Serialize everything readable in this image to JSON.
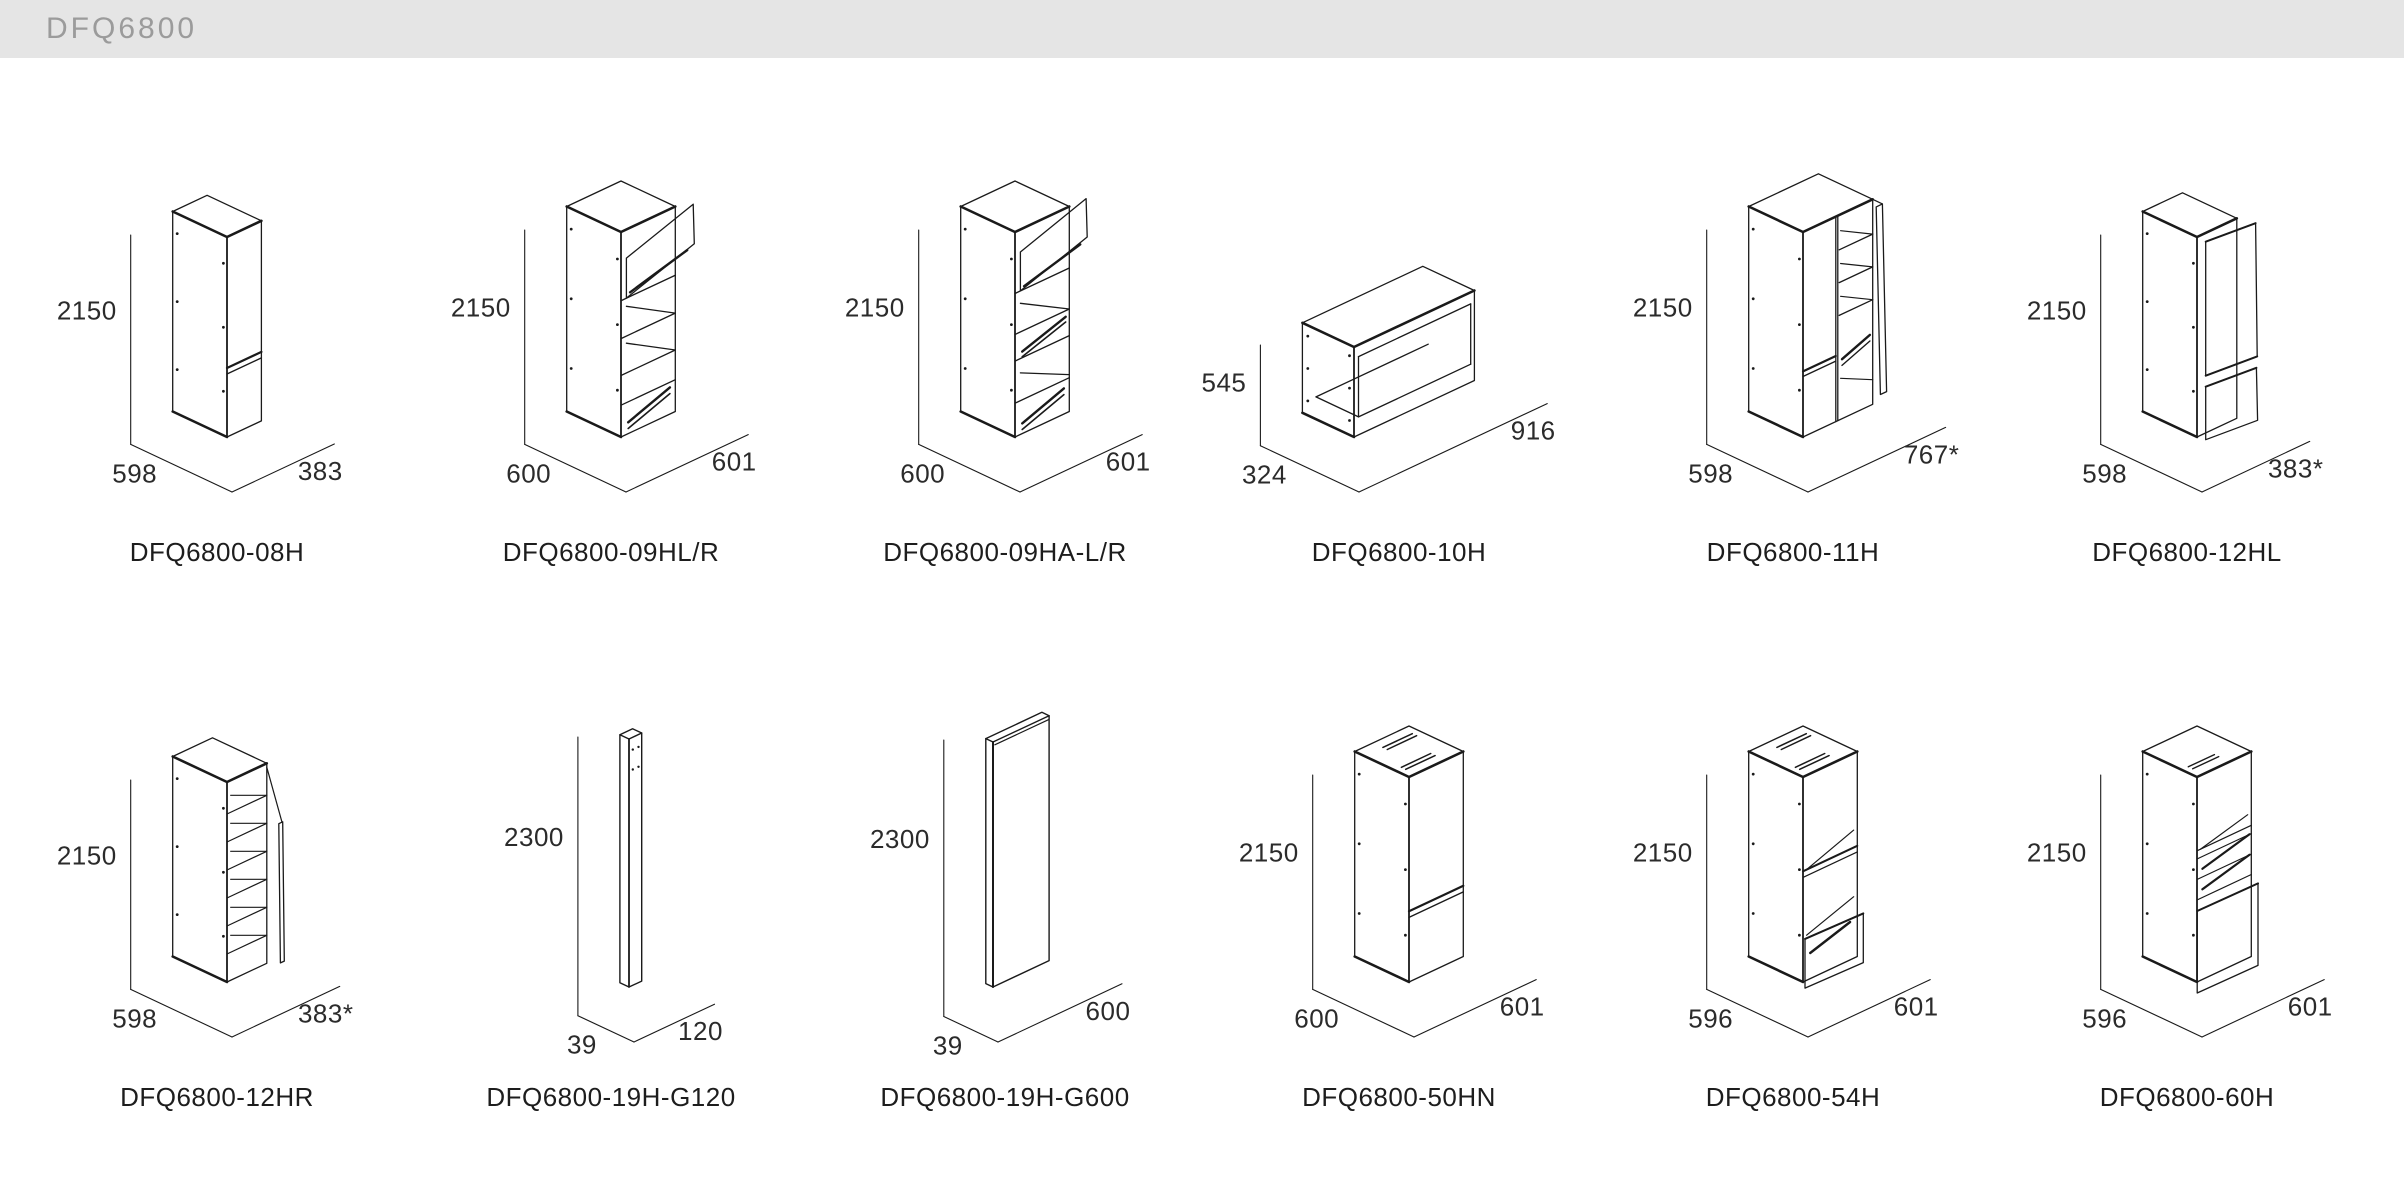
{
  "header": {
    "title": "DFQ6800"
  },
  "colors": {
    "header_bg": "#e5e5e5",
    "header_text": "#9b9b9b",
    "line": "#1a1a1a",
    "dimension_text": "#2b2b2b"
  },
  "products": [
    {
      "model": "DFQ6800-08H",
      "height": "2150",
      "base_left": "598",
      "base_right": "383",
      "kind": "tall-two-door-unit"
    },
    {
      "model": "DFQ6800-09HL/R",
      "height": "2150",
      "base_left": "600",
      "base_right": "601",
      "kind": "tall-oven-housing-open-flap"
    },
    {
      "model": "DFQ6800-09HA-L/R",
      "height": "2150",
      "base_left": "600",
      "base_right": "601",
      "kind": "tall-oven-housing-with-drawers"
    },
    {
      "model": "DFQ6800-10H",
      "height": "545",
      "base_left": "324",
      "base_right": "916",
      "kind": "open-wall-box-unit"
    },
    {
      "model": "DFQ6800-11H",
      "height": "2150",
      "base_left": "598",
      "base_right": "767*",
      "kind": "tall-larder-open-door-shelves"
    },
    {
      "model": "DFQ6800-12HL",
      "height": "2150",
      "base_left": "598",
      "base_right": "383*",
      "kind": "tall-unit-doors-ajar-left"
    },
    {
      "model": "DFQ6800-12HR",
      "height": "2150",
      "base_left": "598",
      "base_right": "383*",
      "kind": "tall-unit-shelves-door-right"
    },
    {
      "model": "DFQ6800-19H-G120",
      "height": "2300",
      "base_left": "39",
      "base_right": "120",
      "kind": "filler-post-panel"
    },
    {
      "model": "DFQ6800-19H-G600",
      "height": "2300",
      "base_left": "39",
      "base_right": "600",
      "kind": "tall-end-panel"
    },
    {
      "model": "DFQ6800-50HN",
      "height": "2150",
      "base_left": "600",
      "base_right": "601",
      "kind": "tall-appliance-housing-closed"
    },
    {
      "model": "DFQ6800-54H",
      "height": "2150",
      "base_left": "596",
      "base_right": "601",
      "kind": "tall-open-unit-shelf-drawer"
    },
    {
      "model": "DFQ6800-60H",
      "height": "2150",
      "base_left": "596",
      "base_right": "601",
      "kind": "tall-open-unit-drawers-door"
    }
  ]
}
